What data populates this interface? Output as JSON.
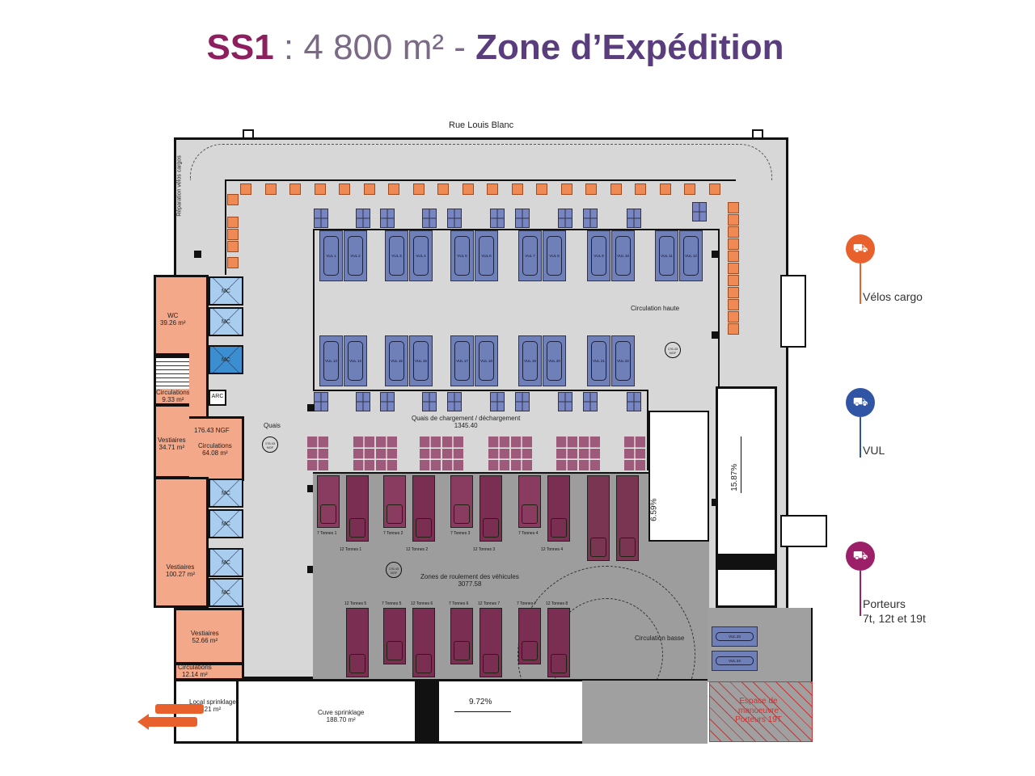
{
  "title": {
    "code": "SS1",
    "area": " : 4 800 m² - ",
    "zone": " Zone d’Expédition"
  },
  "street": "Rue Louis Blanc",
  "rooms": {
    "wc": {
      "name": "WC",
      "area": "39.26 m²"
    },
    "circ1": {
      "name": "Circulations",
      "area": "9.33 m²"
    },
    "vest1": {
      "name": "Vestiaires",
      "area": "34.71 m²"
    },
    "ngf1": "176.43 NGF",
    "circ2": {
      "name": "Circulations",
      "area": "64.08 m²"
    },
    "vest2": {
      "name": "Vestiaires",
      "area": "100.27 m²"
    },
    "vest3": {
      "name": "Vestiaires",
      "area": "52.66 m²"
    },
    "circ3": {
      "name": "Circulations",
      "area": "12.14 m²"
    },
    "mc": "MC",
    "arc": "ARC",
    "sprink": {
      "name": "Local sprinklage",
      "area": "21 m²"
    },
    "cuve": {
      "name": "Cuve sprinklage",
      "area": "188.70 m²"
    }
  },
  "zones": {
    "repair": "Réparation vélos cargos",
    "quais": "Quais",
    "ngf_badge": "176.43 NGF",
    "circ_haute": "Circulation haute",
    "chargement": {
      "name": "Quais de chargement / déchargement",
      "area": "1345.40"
    },
    "roulement": {
      "name": "Zones de roulement des véhicules",
      "area": "3077.58"
    },
    "circ_basse": "Circulation basse",
    "manoeuvre": "Espace de manoeuvre Porteurs 19T"
  },
  "ramps": {
    "r1": "6.59%",
    "r2": "15.87%",
    "r3": "9.72%"
  },
  "vul_top": [
    "VUL 1",
    "VUL 2",
    "VUL 3",
    "VUL 4",
    "VUL 5",
    "VUL 6",
    "VUL 7",
    "VUL 8",
    "VUL 9",
    "VUL 10",
    "VUL 11",
    "VUL 12"
  ],
  "vul_bottom": [
    "VUL 13",
    "VUL 14",
    "VUL 15",
    "VUL 16",
    "VUL 17",
    "VUL 18",
    "VUL 19",
    "VUL 20",
    "VUL 21",
    "VUL 22"
  ],
  "vul_extra": [
    "VUL 23",
    "VUL 24"
  ],
  "trucks_top": [
    {
      "small": "7 Tonnes 1",
      "big": "12 Tonnes 1"
    },
    {
      "small": "7 Tonnes 2",
      "big": "12 Tonnes 2"
    },
    {
      "small": "7 Tonnes 3",
      "big": "12 Tonnes 3"
    },
    {
      "small": "7 Tonnes 4",
      "big": "12 Tonnes 4"
    }
  ],
  "trucks_bottom": [
    "12 Tonnes 5",
    "7 Tonnes 5",
    "12 Tonnes 6",
    "7 Tonnes 6",
    "12 Tonnes 7",
    "7 Tonnes 7",
    "12 Tonnes 8"
  ],
  "legend": [
    {
      "label": "Vélos cargo",
      "color": "#e8602c",
      "icon": "cargo-bike-icon"
    },
    {
      "label": "VUL",
      "color": "#2f55a4",
      "icon": "van-icon"
    },
    {
      "label": "Porteurs",
      "label2": "7t, 12t et 19t",
      "color": "#9b2067",
      "icon": "truck-icon"
    }
  ]
}
